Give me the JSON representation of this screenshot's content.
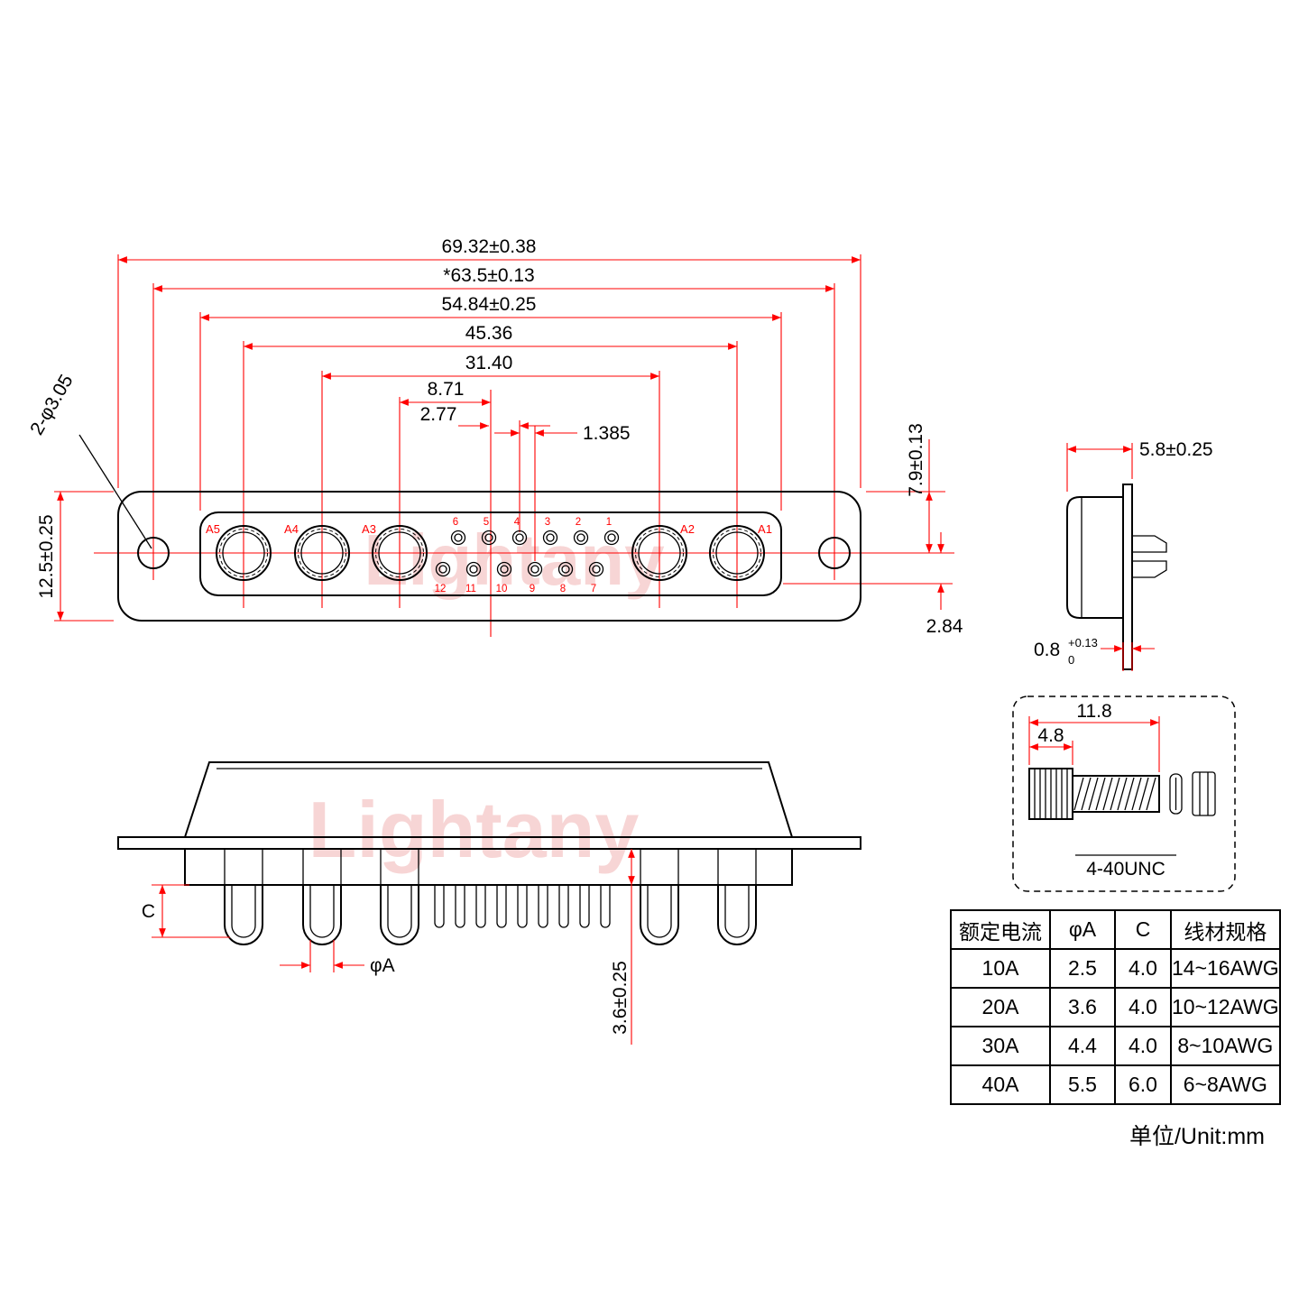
{
  "watermark": {
    "text": "Lightany"
  },
  "front_view": {
    "dims": {
      "overall_width": "69.32±0.38",
      "screw_span": "*63.5±0.13",
      "insert_width": "54.84±0.25",
      "power_span": "45.36",
      "inner_power_span": "31.40",
      "a3_to_center": "8.71",
      "pin_pitch": "2.77",
      "row_offset": "1.385",
      "flange_height": "12.5±0.25",
      "mount_holes": "2-φ3.05",
      "insert_height": "7.9±0.13",
      "center_to_row": "2.84"
    },
    "power_labels": [
      "A5",
      "A4",
      "A3",
      "A2",
      "A1"
    ],
    "pin_labels_top": [
      "6",
      "5",
      "4",
      "3",
      "2",
      "1"
    ],
    "pin_labels_bottom": [
      "12",
      "11",
      "10",
      "9",
      "8",
      "7"
    ]
  },
  "side_view": {
    "depth": "5.8±0.25",
    "flange_thickness": "0.8",
    "flange_tol_upper": "+0.13",
    "flange_tol_lower": "0"
  },
  "section_view": {
    "cup_depth_label": "C",
    "cup_diameter_label": "φA",
    "insulator_height": "3.6±0.25"
  },
  "screw_detail": {
    "total_length": "11.8",
    "head_length": "4.8",
    "thread_spec": "4-40UNC"
  },
  "spec_table": {
    "headers": [
      "额定电流",
      "φA",
      "C",
      "线材规格"
    ],
    "rows": [
      {
        "current": "10A",
        "phi_a": "2.5",
        "c": "4.0",
        "wire": "14~16AWG"
      },
      {
        "current": "20A",
        "phi_a": "3.6",
        "c": "4.0",
        "wire": "10~12AWG"
      },
      {
        "current": "30A",
        "phi_a": "4.4",
        "c": "4.0",
        "wire": "8~10AWG"
      },
      {
        "current": "40A",
        "phi_a": "5.5",
        "c": "6.0",
        "wire": "6~8AWG"
      }
    ]
  },
  "unit_note": "单位/Unit:mm"
}
